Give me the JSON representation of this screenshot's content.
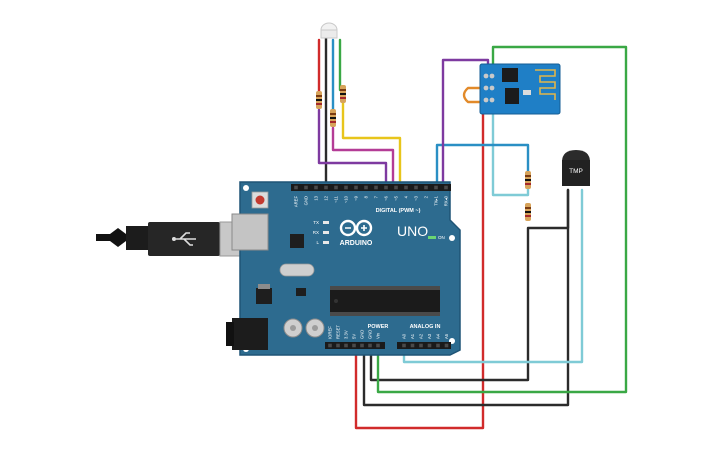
{
  "board": {
    "brand": "ARDUINO",
    "model": "UNO",
    "on_label": "ON",
    "tx_label": "TX",
    "rx_label": "RX",
    "l_label": "L",
    "digital_label": "DIGITAL (PWM ~)",
    "power_label": "POWER",
    "analog_label": "ANALOG IN",
    "top_pins": [
      "AREF",
      "GND",
      "13",
      "12",
      "~11",
      "~10",
      "~9",
      "8",
      "7",
      "~6",
      "~5",
      "4",
      "~3",
      "2",
      "TX▸1",
      "RX◂0"
    ],
    "power_pins": [
      "IOREF",
      "RESET",
      "3.3V",
      "5V",
      "GND",
      "GND",
      "Vin"
    ],
    "analog_pins": [
      "A0",
      "A1",
      "A2",
      "A3",
      "A4",
      "A5"
    ]
  },
  "sensor": {
    "label": "TMP"
  },
  "colors": {
    "board": "#2d6b8f",
    "board_edge": "#1f5476",
    "red": "#d12b2b",
    "black": "#2b2b2b",
    "green": "#3aa845",
    "yellow": "#e8c51b",
    "magenta": "#b43c96",
    "purple": "#7e3aa0",
    "blue": "#2a8fc4",
    "cyan": "#7fcbd6",
    "orange": "#e28a2a"
  }
}
